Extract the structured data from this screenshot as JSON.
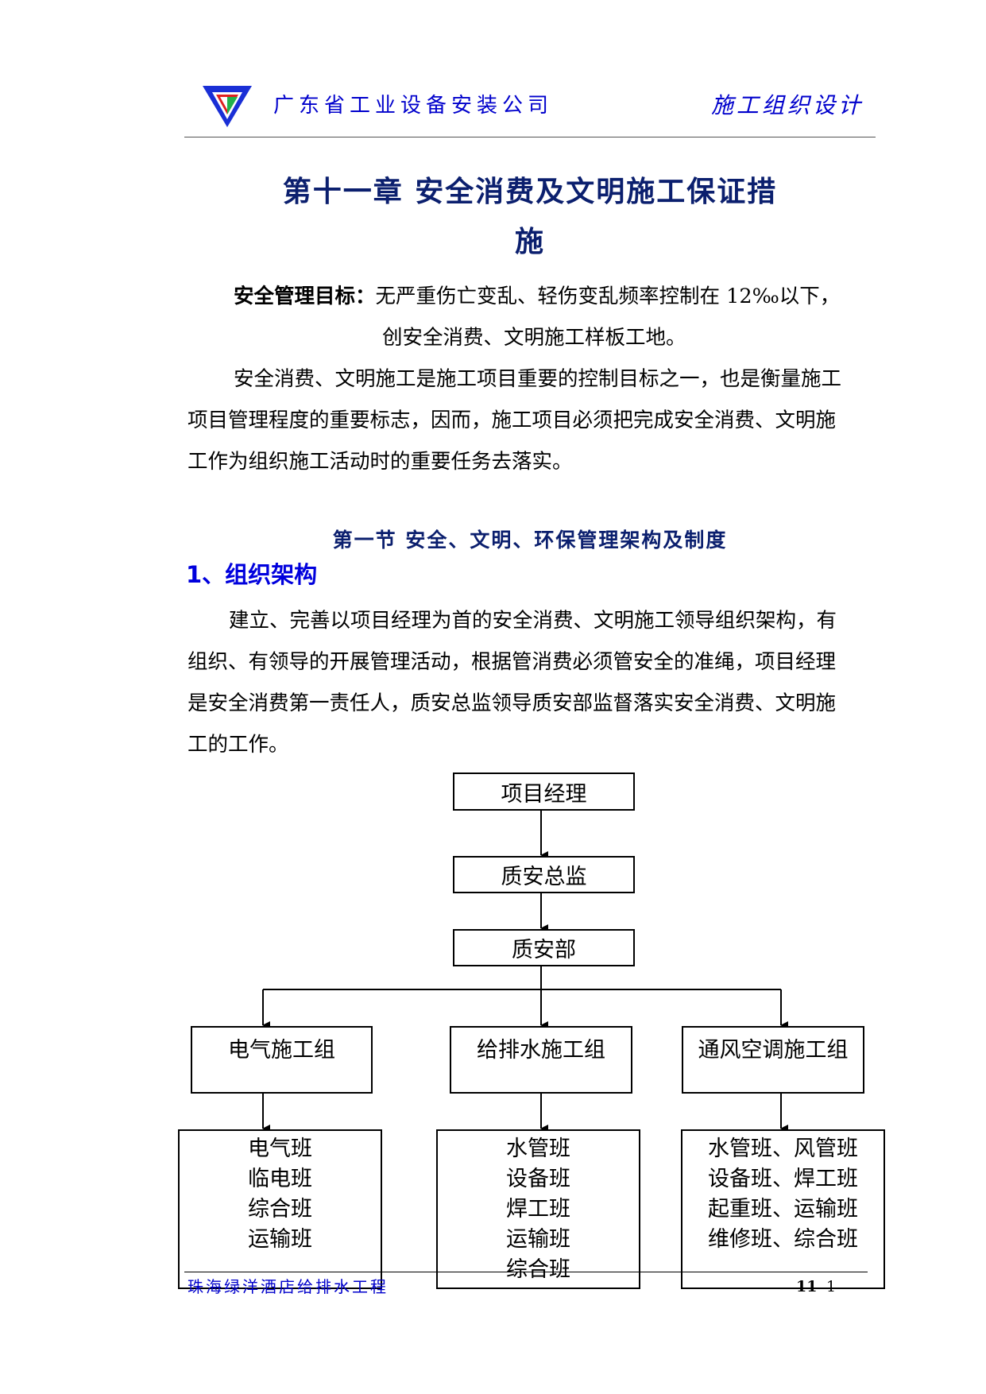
{
  "header": {
    "company": "广东省工业设备安装公司",
    "doc_type": "施工组织设计",
    "logo_colors": {
      "blue": "#1a2fd6",
      "red": "#e02020",
      "green": "#22b14c"
    }
  },
  "chapter": {
    "title_line1": "第十一章  安全消费及文明施工保证措",
    "title_line2": "施"
  },
  "intro": {
    "goal_label": "安全管理目标：",
    "goal_text_line1": "无严重伤亡变乱、轻伤变乱频率控制在 12‰以下，",
    "goal_text_line2": "创安全消费、文明施工样板工地。",
    "para_lines": [
      "安全消费、文明施工是施工项目重要的控制目标之一，也是衡量施工",
      "项目管理程度的重要标志，因而，施工项目必须把完成安全消费、文明施",
      "工作为组织施工活动时的重要任务去落实。"
    ]
  },
  "section1": {
    "title": "第一节  安全、文明、环保管理架构及制度",
    "subheading": "1、组织架构",
    "para_lines": [
      "建立、完善以项目经理为首的安全消费、文明施工领导组织架构，有",
      "组织、有领导的开展管理活动，根据管消费必须管安全的准绳，项目经理",
      "是安全消费第一责任人，质安总监领导质安部监督落实安全消费、文明施",
      "工的工作。"
    ]
  },
  "org_chart": {
    "top": [
      "项目经理",
      "质安总监",
      "质安部"
    ],
    "groups": [
      {
        "name": "电气施工组",
        "teams": [
          "电气班",
          "临电班",
          "综合班",
          "运输班"
        ]
      },
      {
        "name": "给排水施工组",
        "teams": [
          "水管班",
          "设备班",
          "焊工班",
          "运输班",
          "综合班"
        ]
      },
      {
        "name": "通风空调施工组",
        "teams": [
          "水管班、风管班",
          "设备班、焊工班",
          "起重班、运输班",
          "维修班、综合班"
        ]
      }
    ]
  },
  "footer": {
    "project": "珠海绿洋酒店给排水工程",
    "page_bold": "11",
    "page_suffix": "1"
  }
}
